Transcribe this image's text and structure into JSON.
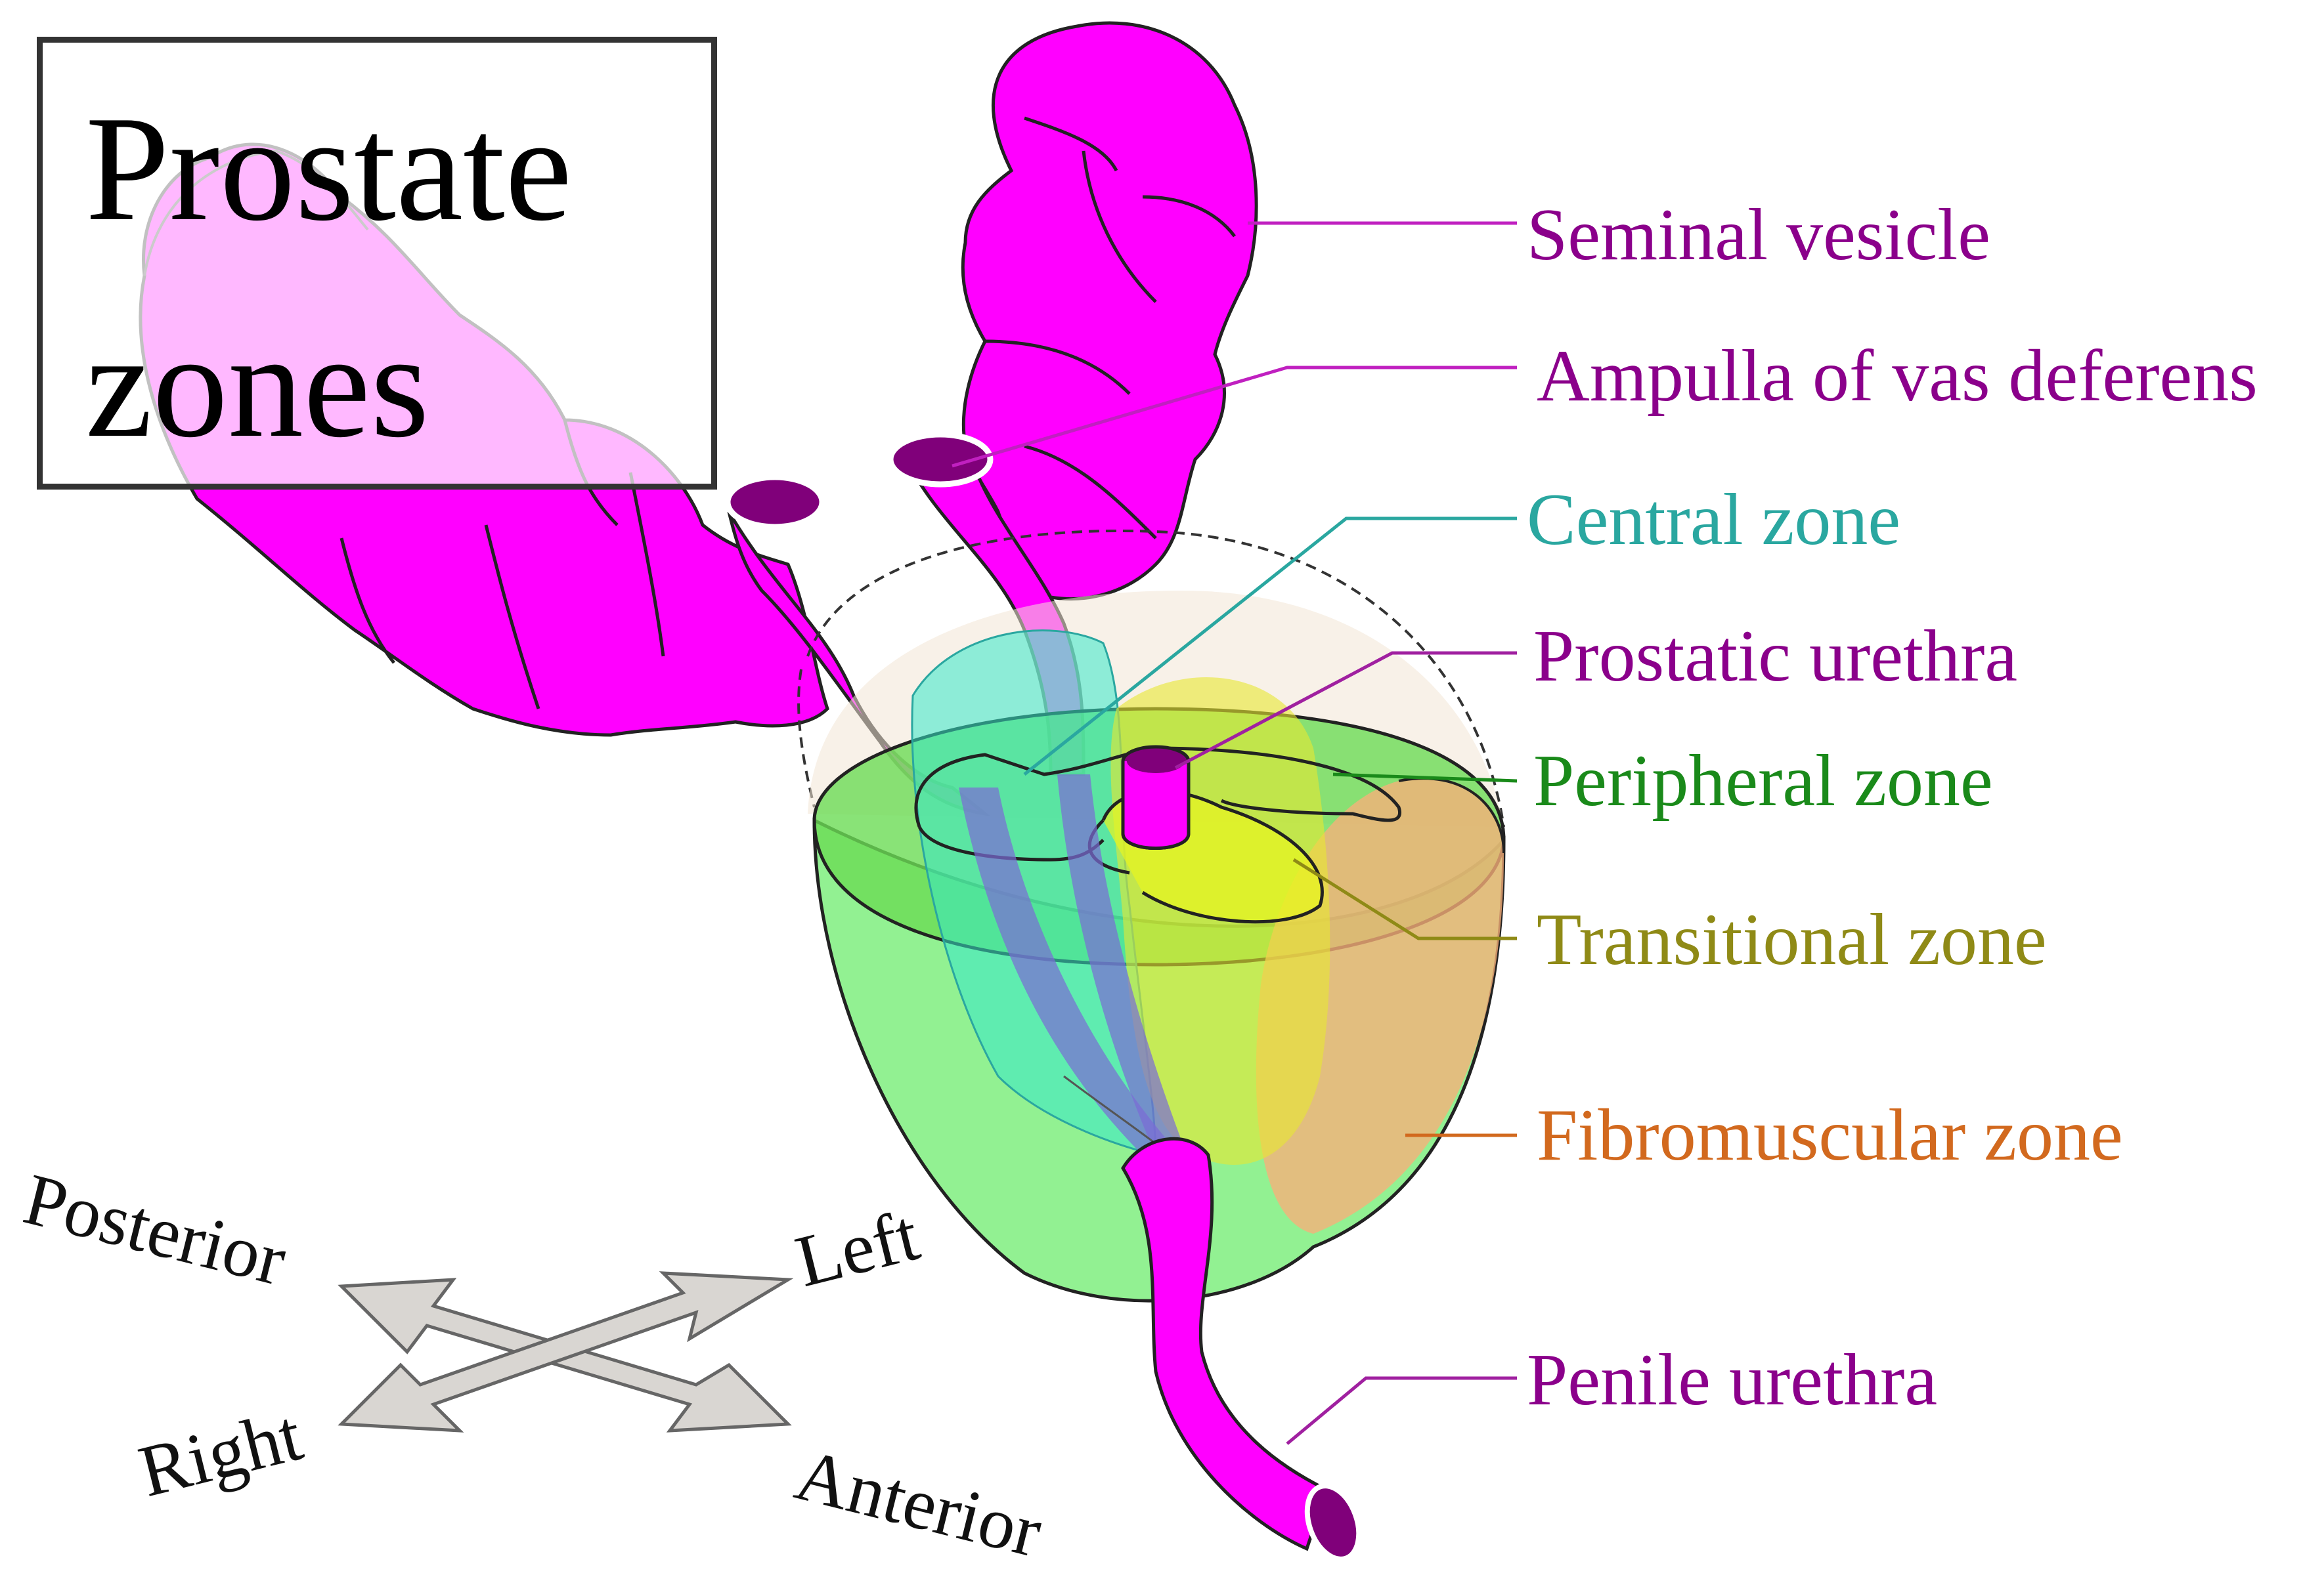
{
  "title": {
    "line1": "Prostate",
    "line2": "zones"
  },
  "labels": {
    "seminal_vesicle": "Seminal vesicle",
    "ampulla": "Ampulla of vas deferens",
    "central_zone": "Central zone",
    "prostatic_urethra": "Prostatic urethra",
    "peripheral_zone": "Peripheral zone",
    "transitional_zone": "Transitional zone",
    "fibromuscular_zone": "Fibromuscular zone",
    "penile_urethra": "Penile urethra"
  },
  "orientation": {
    "posterior": "Posterior",
    "left": "Left",
    "right": "Right",
    "anterior": "Anterior"
  },
  "colors": {
    "seminal_vesicle": "#ff00ff",
    "central_zone": "#2aa7a0",
    "peripheral_zone": "#1a8a1a",
    "transitional_zone": "#8f8a16",
    "fibromuscular_zone": "#d2691e",
    "urethra_label": "#8b008b"
  }
}
